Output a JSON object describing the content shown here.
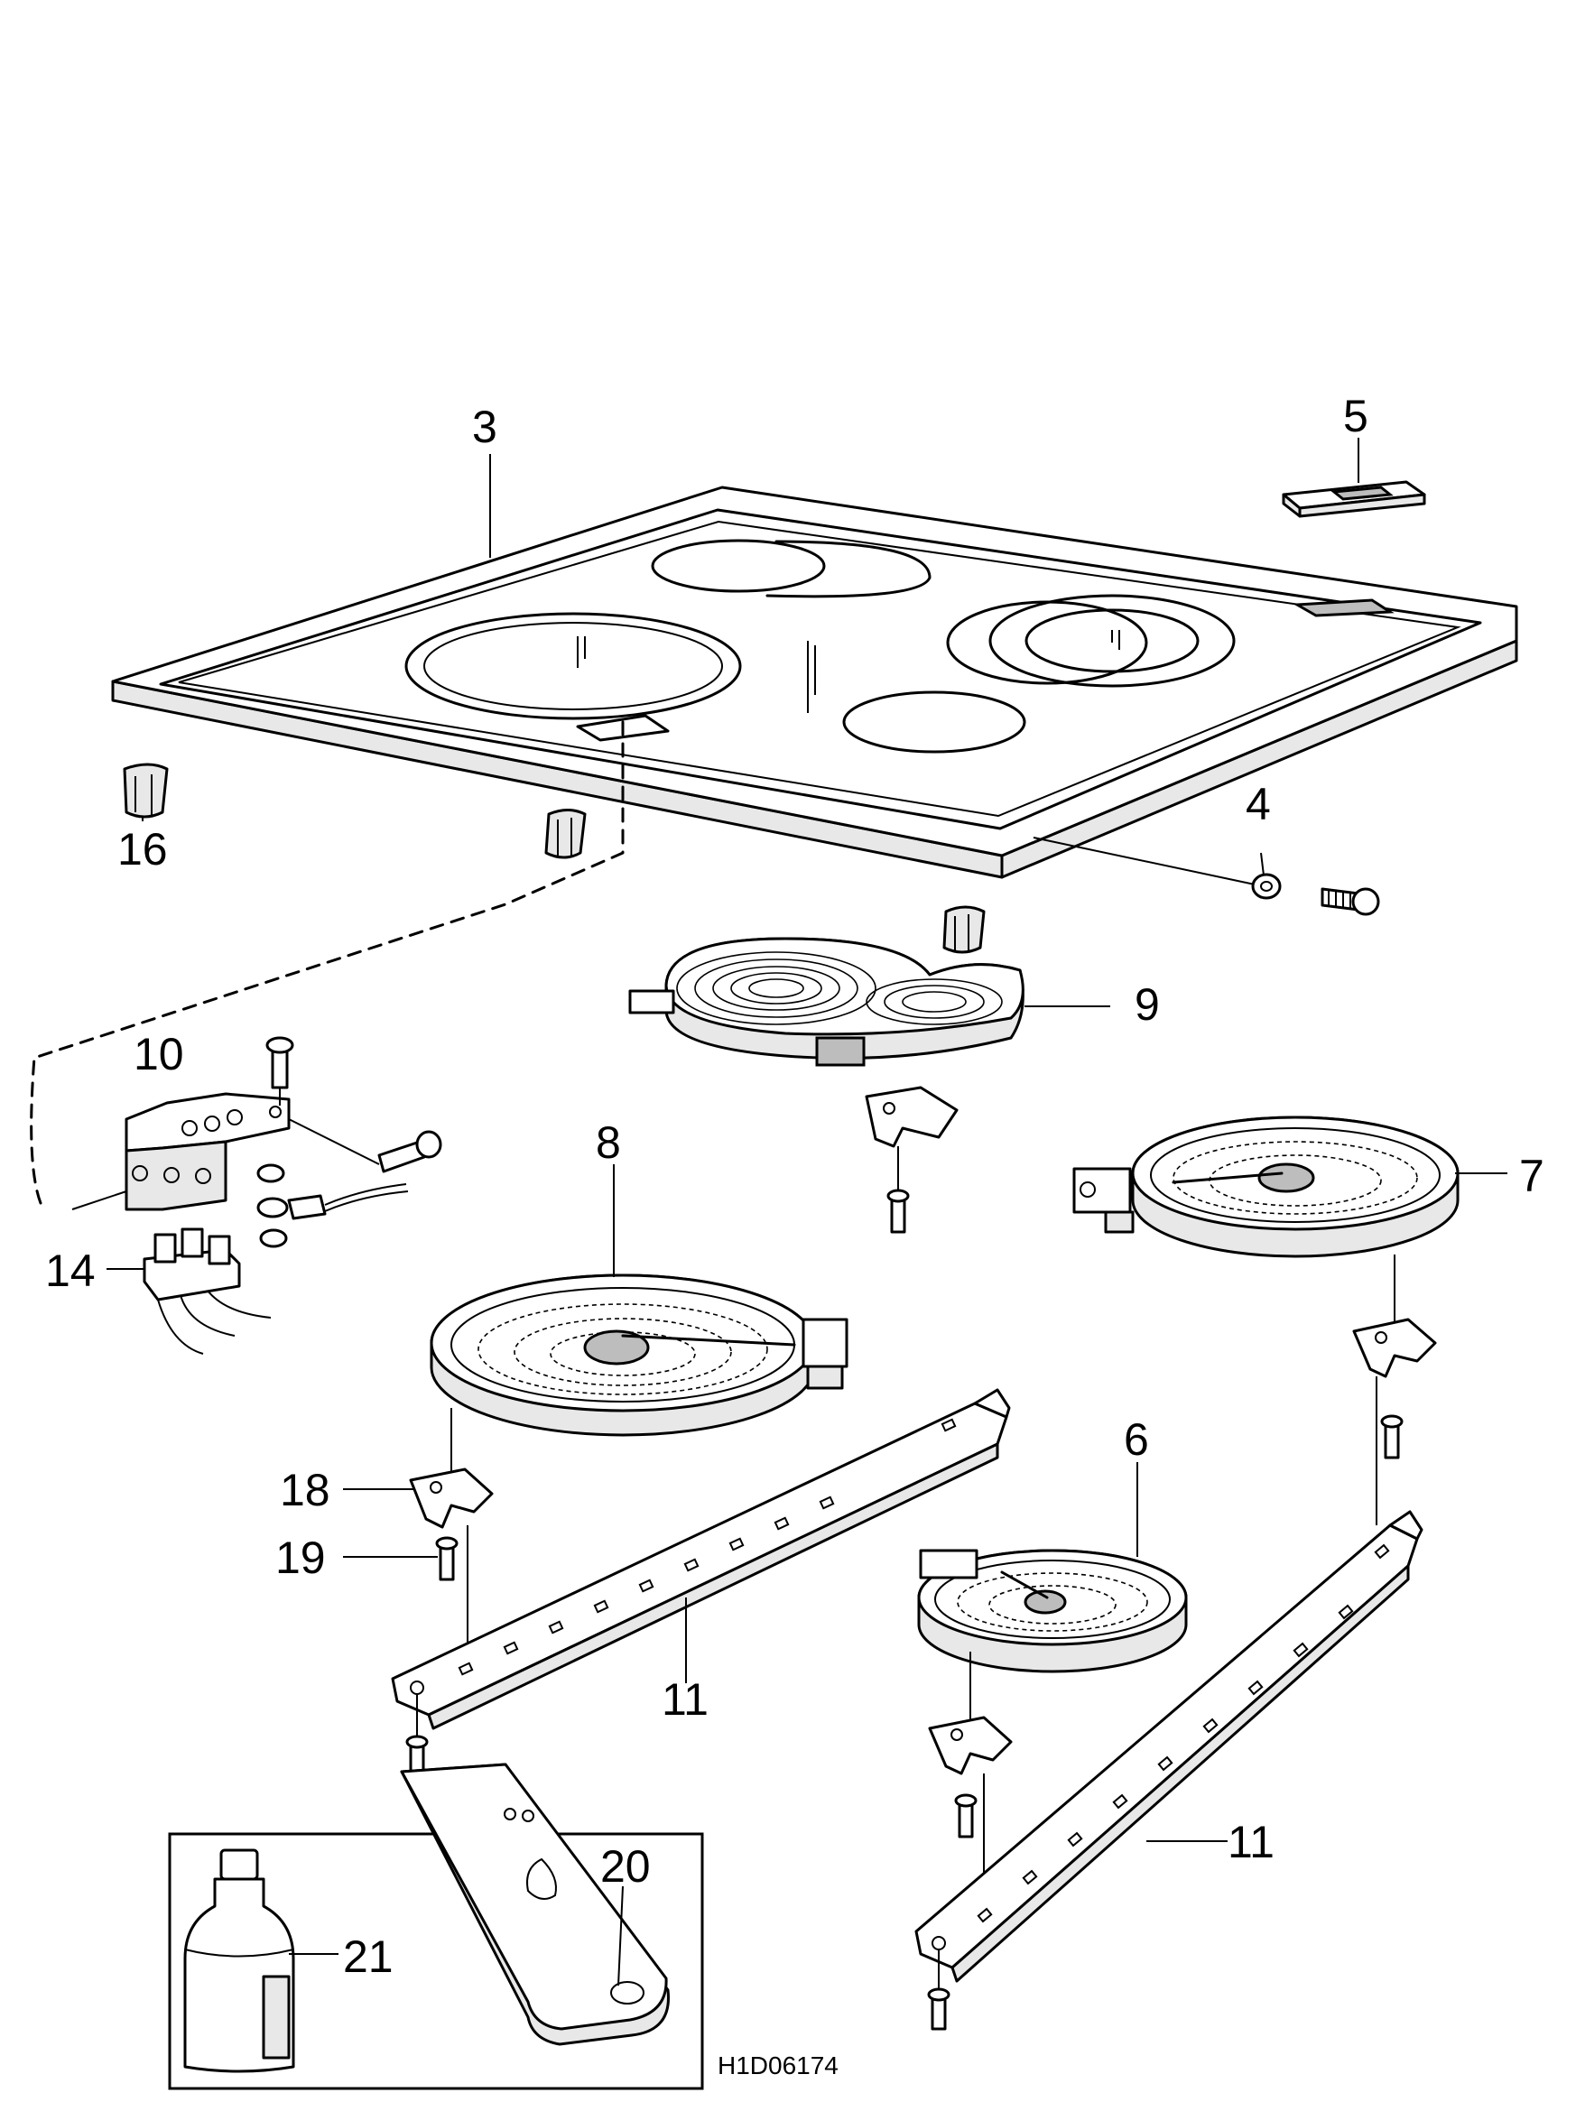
{
  "callouts": {
    "c3": "3",
    "c5": "5",
    "c4": "4",
    "c16": "16",
    "c9": "9",
    "c10": "10",
    "c8": "8",
    "c7": "7",
    "c14": "14",
    "c18": "18",
    "c19": "19",
    "c6": "6",
    "c11a": "11",
    "c11b": "11",
    "c20": "20",
    "c21": "21"
  },
  "drawing_code": "H1D06174"
}
